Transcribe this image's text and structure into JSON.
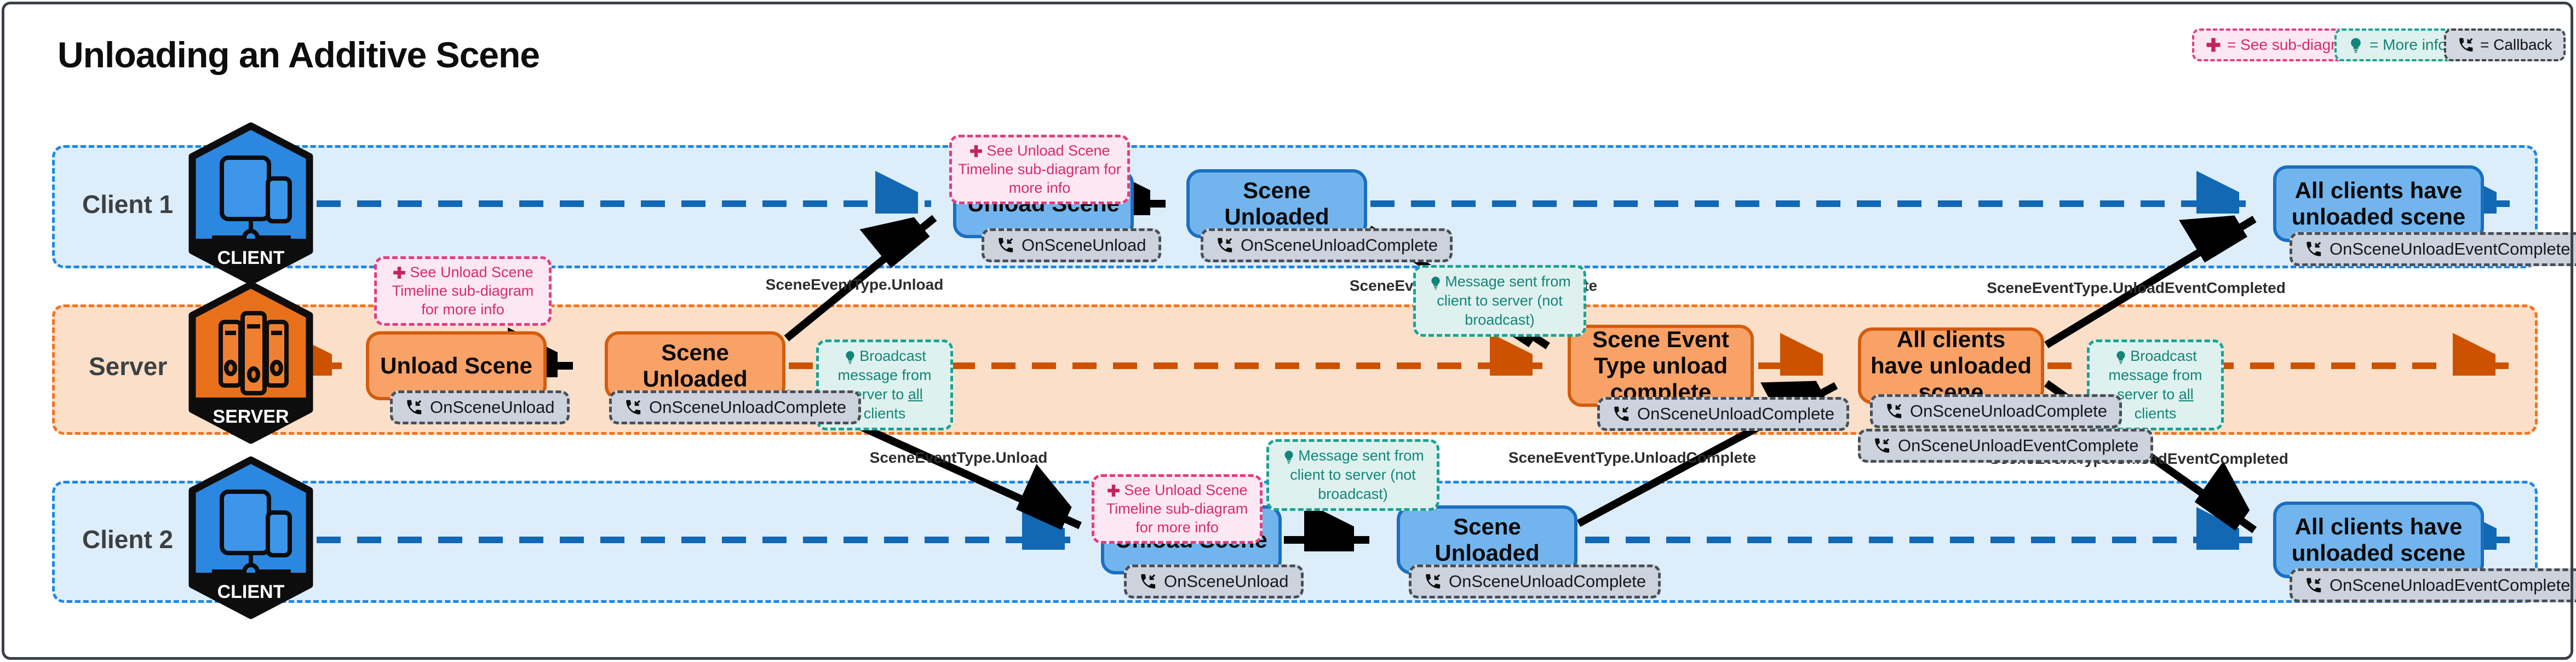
{
  "title": "Unloading an Additive Scene",
  "legend": {
    "sub_diagram": "= See sub-diagram",
    "more_info": "= More info",
    "callback": "= Callback"
  },
  "lanes": {
    "client1": {
      "label": "Client 1",
      "badge": "CLIENT"
    },
    "server": {
      "label": "Server",
      "badge": "SERVER"
    },
    "client2": {
      "label": "Client 2",
      "badge": "CLIENT"
    }
  },
  "nodes": {
    "c1_unload": {
      "title": "Unload Scene",
      "callback": "OnSceneUnload"
    },
    "c1_unloaded": {
      "title": "Scene Unloaded",
      "callback": "OnSceneUnloadComplete"
    },
    "c1_all": {
      "title": "All clients have unloaded scene",
      "callback": "OnSceneUnloadEventComplete"
    },
    "sv_unload": {
      "title": "Unload Scene",
      "callback": "OnSceneUnload"
    },
    "sv_unloaded": {
      "title": "Scene Unloaded",
      "callback": "OnSceneUnloadComplete"
    },
    "sv_event": {
      "title": "Scene Event Type unload complete",
      "callback": "OnSceneUnloadComplete"
    },
    "sv_all": {
      "title": "All clients have unloaded scene",
      "callback": "OnSceneUnloadComplete",
      "callback2": "OnSceneUnloadEventComplete"
    },
    "c2_unload": {
      "title": "Unload Scene",
      "callback": "OnSceneUnload"
    },
    "c2_unloaded": {
      "title": "Scene Unloaded",
      "callback": "OnSceneUnloadComplete"
    },
    "c2_all": {
      "title": "All clients have unloaded scene",
      "callback": "OnSceneUnloadEventComplete"
    }
  },
  "notes": {
    "sub_diagram": "See Unload Scene Timeline sub-diagram for more info",
    "broadcast": {
      "p1": "Broadcast message from server to ",
      "u": "all",
      "p2": " clients"
    },
    "client_message": "Message sent from client to server (not broadcast)"
  },
  "edge_labels": {
    "unload": "SceneEventType.Unload",
    "unload_complete": "SceneEventType.UnloadComplete",
    "unload_event_completed": "SceneEventType.UnloadEventCompleted"
  },
  "colors": {
    "client_accent": "#1a6fc0",
    "server_accent": "#cc5200",
    "see_subdiagram": "#d62b6f",
    "more_info": "#12857a",
    "callback_bg": "#ccd3dd"
  }
}
